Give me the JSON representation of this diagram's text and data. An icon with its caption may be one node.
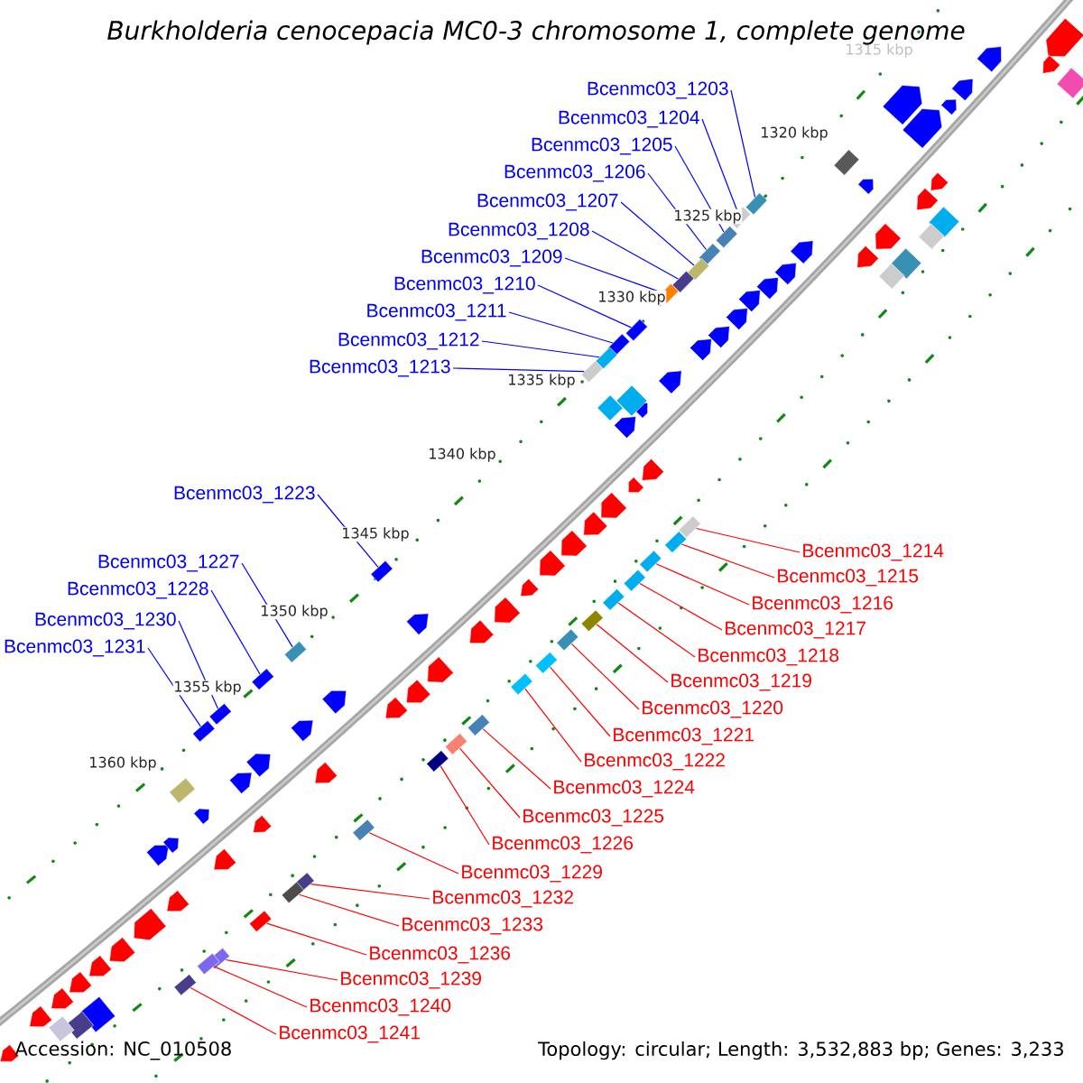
{
  "diagram": {
    "title": "Burkholderia cenocepacia MC0-3 chromosome 1, complete genome",
    "nodes": [
      {
        "text": [
          "Bcenmc03_1203"
        ]
      },
      {
        "text": [
          "Bcenmc03_1204"
        ]
      },
      {
        "text": [
          "Bcenmc03_1205"
        ]
      },
      {
        "text": [
          "Bcenmc03_1206"
        ]
      },
      {
        "text": [
          "Bcenmc03_1207"
        ]
      },
      {
        "text": [
          "Bcenmc03_1208"
        ]
      },
      {
        "text": [
          "Bcenmc03_1209"
        ]
      },
      {
        "text": [
          "Bcenmc03_1210"
        ]
      },
      {
        "text": [
          "Bcenmc03_1211"
        ]
      },
      {
        "text": [
          "Bcenmc03_1212"
        ]
      },
      {
        "text": [
          "Bcenmc03_1213"
        ]
      },
      {
        "text": [
          "Bcenmc03_1214"
        ]
      },
      {
        "text": [
          "Bcenmc03_1215"
        ]
      },
      {
        "text": [
          "Bcenmc03_1216"
        ]
      },
      {
        "text": [
          "Bcenmc03_1217"
        ]
      },
      {
        "text": [
          "Bcenmc03_1218"
        ]
      },
      {
        "text": [
          "Bcenmc03_1219"
        ]
      },
      {
        "text": [
          "Bcenmc03_1220"
        ]
      },
      {
        "text": [
          "Bcenmc03_1221"
        ]
      },
      {
        "text": [
          "Bcenmc03_1222"
        ]
      },
      {
        "text": [
          "Bcenmc03_1223"
        ]
      },
      {
        "text": [
          "Bcenmc03_1224"
        ]
      },
      {
        "text": [
          "Bcenmc03_1225"
        ]
      },
      {
        "text": [
          "Bcenmc03_1226"
        ]
      },
      {
        "text": [
          "Bcenmc03_1227"
        ]
      },
      {
        "text": [
          "Bcenmc03_1228"
        ]
      },
      {
        "text": [
          "Bcenmc03_1229"
        ]
      },
      {
        "text": [
          "Bcenmc03_1230"
        ]
      },
      {
        "text": [
          "Bcenmc03_1231"
        ]
      },
      {
        "text": [
          "Bcenmc03_1232"
        ]
      },
      {
        "text": [
          "Bcenmc03_1233"
        ]
      },
      {
        "text": [
          "Bcenmc03_1236"
        ]
      },
      {
        "text": [
          "Bcenmc03_1239"
        ]
      },
      {
        "text": [
          "Bcenmc03_1240"
        ]
      },
      {
        "text": [
          "Bcenmc03_1241"
        ]
      },
      {
        "text": [],
        "shape": "box"
      },
      {
        "text": [],
        "shape": "box"
      },
      {
        "text": [],
        "shape": "box"
      },
      {
        "text": [],
        "shape": "box"
      },
      {
        "text": [],
        "shape": "box"
      },
      {
        "text": [],
        "shape": "box"
      },
      {
        "text": [],
        "shape": "box"
      },
      {
        "text": [],
        "shape": "box"
      },
      {
        "text": [],
        "shape": "box"
      },
      {
        "text": [],
        "shape": "box"
      },
      {
        "text": [],
        "shape": "box"
      },
      {
        "text": [],
        "shape": "box"
      },
      {
        "text": [],
        "shape": "box"
      },
      {
        "text": [],
        "shape": "box"
      },
      {
        "text": [],
        "shape": "box"
      },
      {
        "text": [],
        "shape": "box"
      },
      {
        "text": [],
        "shape": "box"
      },
      {
        "text": [],
        "shape": "box"
      },
      {
        "text": [],
        "shape": "box"
      },
      {
        "text": [],
        "shape": "box"
      },
      {
        "text": [],
        "shape": "box"
      },
      {
        "text": [],
        "shape": "box"
      },
      {
        "text": [],
        "shape": "box"
      },
      {
        "text": [],
        "shape": "box"
      },
      {
        "text": [],
        "shape": "box"
      },
      {
        "text": [],
        "shape": "box"
      },
      {
        "text": [],
        "shape": "box"
      },
      {
        "text": [],
        "shape": "box"
      },
      {
        "text": [],
        "shape": "box"
      },
      {
        "text": [],
        "shape": "box"
      },
      {
        "text": [],
        "shape": "box"
      },
      {
        "text": [],
        "shape": "box"
      },
      {
        "text": [],
        "shape": "box"
      },
      {
        "text": [],
        "shape": "box"
      },
      {
        "text": [],
        "shape": "box"
      },
      {
        "text": [],
        "shape": "pentagon"
      },
      {
        "text": [],
        "shape": "pentagon"
      },
      {
        "text": [],
        "shape": "pentagon"
      },
      {
        "text": [],
        "shape": "pentagon"
      },
      {
        "text": [],
        "shape": "pentagon"
      },
      {
        "text": [],
        "shape": "pentagon"
      },
      {
        "text": [],
        "shape": "pentagon"
      },
      {
        "text": [],
        "shape": "pentagon"
      },
      {
        "text": [],
        "shape": "pentagon"
      },
      {
        "text": [],
        "shape": "pentagon"
      },
      {
        "text": [],
        "shape": "pentagon"
      },
      {
        "text": [],
        "shape": "pentagon"
      },
      {
        "text": [],
        "shape": "pentagon"
      },
      {
        "text": [],
        "shape": "pentagon"
      },
      {
        "text": [],
        "shape": "pentagon"
      },
      {
        "text": [],
        "shape": "pentagon"
      },
      {
        "text": [],
        "shape": "pentagon"
      },
      {
        "text": [],
        "shape": "pentagon"
      },
      {
        "text": [],
        "shape": "pentagon"
      },
      {
        "text": [],
        "shape": "pentagon"
      },
      {
        "text": [],
        "shape": "pentagon"
      },
      {
        "text": [],
        "shape": "pentagon"
      },
      {
        "text": [],
        "shape": "pentagon"
      },
      {
        "text": [],
        "shape": "pentagon"
      },
      {
        "text": [],
        "shape": "box"
      },
      {
        "text": [],
        "shape": "box"
      },
      {
        "text": [],
        "shape": "diamond"
      },
      {
        "text": [],
        "shape": "diamond"
      },
      {
        "text": [],
        "shape": "pentagon"
      },
      {
        "text": [],
        "shape": "pentagon"
      },
      {
        "text": [],
        "shape": "diamond"
      },
      {
        "text": [],
        "shape": "pentagon"
      },
      {
        "text": [],
        "shape": "pentagon"
      },
      {
        "text": [],
        "shape": "pentagon"
      },
      {
        "text": [],
        "shape": "pentagon"
      },
      {
        "text": [],
        "shape": "pentagon"
      },
      {
        "text": [],
        "shape": "pentagon"
      },
      {
        "text": [],
        "shape": "pentagon"
      },
      {
        "text": [],
        "shape": "pentagon"
      },
      {
        "text": [],
        "shape": "pentagon"
      },
      {
        "text": [],
        "shape": "pentagon"
      },
      {
        "text": [],
        "shape": "pentagon"
      },
      {
        "text": [],
        "shape": "pentagon"
      },
      {
        "text": [],
        "shape": "pentagon"
      },
      {
        "text": [],
        "shape": "pentagon"
      },
      {
        "text": [],
        "shape": "pentagon"
      },
      {
        "text": [],
        "shape": "pentagon"
      },
      {
        "text": [],
        "shape": "pentagon"
      },
      {
        "text": [],
        "shape": "pentagon"
      },
      {
        "text": [],
        "shape": "pentagon"
      },
      {
        "text": [],
        "shape": "pentagon"
      },
      {
        "text": [],
        "shape": "pentagon"
      },
      {
        "text": [],
        "shape": "pentagon"
      },
      {
        "text": [],
        "shape": "pentagon"
      },
      {
        "text": [],
        "shape": "pentagon"
      },
      {
        "text": [],
        "shape": "pentagon"
      },
      {
        "text": [],
        "shape": "pentagon"
      },
      {
        "text": [],
        "shape": "pentagon"
      },
      {
        "text": [],
        "shape": "diamond"
      },
      {
        "text": [],
        "shape": "diamond"
      },
      {
        "text": [],
        "shape": "diamond"
      },
      {
        "text": [],
        "shape": "diamond"
      },
      {
        "text": [],
        "shape": "diamond"
      },
      {
        "text": [],
        "shape": "box"
      },
      {
        "text": [],
        "shape": "diamond"
      }
    ],
    "edges": [
      {
        "from": 0,
        "to": 35,
        "arrow": "none",
        "color": "#0000ff"
      },
      {
        "from": 1,
        "to": 36,
        "arrow": "none",
        "color": "#0000ff"
      },
      {
        "from": 2,
        "to": 37,
        "arrow": "none",
        "color": "#0000ff"
      },
      {
        "from": 3,
        "to": 38,
        "arrow": "none",
        "color": "#0000ff"
      },
      {
        "from": 4,
        "to": 39,
        "arrow": "none",
        "color": "#0000ff"
      },
      {
        "from": 5,
        "to": 40,
        "arrow": "none",
        "color": "#0000ff"
      },
      {
        "from": 6,
        "to": 41,
        "arrow": "none",
        "color": "#0000ff"
      },
      {
        "from": 7,
        "to": 42,
        "arrow": "none",
        "color": "#0000ff"
      },
      {
        "from": 8,
        "to": 43,
        "arrow": "none",
        "color": "#0000ff"
      },
      {
        "from": 9,
        "to": 44,
        "arrow": "none",
        "color": "#0000ff"
      },
      {
        "from": 10,
        "to": 45,
        "arrow": "none",
        "color": "#0000ff"
      },
      {
        "from": 11,
        "to": 46,
        "arrow": "none"
      },
      {
        "from": 12,
        "to": 47,
        "arrow": "none"
      },
      {
        "from": 13,
        "to": 48,
        "arrow": "none"
      },
      {
        "from": 14,
        "to": 49,
        "arrow": "none"
      },
      {
        "from": 15,
        "to": 50,
        "arrow": "none"
      },
      {
        "from": 16,
        "to": 51,
        "arrow": "none"
      },
      {
        "from": 17,
        "to": 52,
        "arrow": "none"
      },
      {
        "from": 18,
        "to": 53,
        "arrow": "none"
      },
      {
        "from": 19,
        "to": 54,
        "arrow": "none"
      },
      {
        "from": 20,
        "to": 55,
        "arrow": "none",
        "color": "#0000ff"
      },
      {
        "from": 21,
        "to": 56,
        "arrow": "none"
      },
      {
        "from": 22,
        "to": 57,
        "arrow": "none"
      },
      {
        "from": 23,
        "to": 58,
        "arrow": "none"
      },
      {
        "from": 24,
        "to": 59,
        "arrow": "none",
        "color": "#0000ff"
      },
      {
        "from": 25,
        "to": 60,
        "arrow": "none",
        "color": "#0000ff"
      },
      {
        "from": 26,
        "to": 61,
        "arrow": "none"
      },
      {
        "from": 27,
        "to": 62,
        "arrow": "none",
        "color": "#0000ff"
      },
      {
        "from": 28,
        "to": 63,
        "arrow": "none",
        "color": "#0000ff"
      },
      {
        "from": 29,
        "to": 64,
        "arrow": "none"
      },
      {
        "from": 30,
        "to": 65,
        "arrow": "none"
      },
      {
        "from": 31,
        "to": 66,
        "arrow": "none"
      },
      {
        "from": 32,
        "to": 67,
        "arrow": "none"
      },
      {
        "from": 33,
        "to": 68,
        "arrow": "none"
      },
      {
        "from": 34,
        "to": 69,
        "arrow": "none"
      }
    ],
    "labels": [
      "1315 kbp",
      "1320 kbp",
      "1325 kbp",
      "1330 kbp",
      "1335 kbp",
      "1340 kbp",
      "1345 kbp",
      "1350 kbp",
      "1355 kbp",
      "1360 kbp",
      "Accession: NC_010508",
      "Topology: circular; Length: 3,532,883 bp; Genes: 3,233"
    ]
  }
}
